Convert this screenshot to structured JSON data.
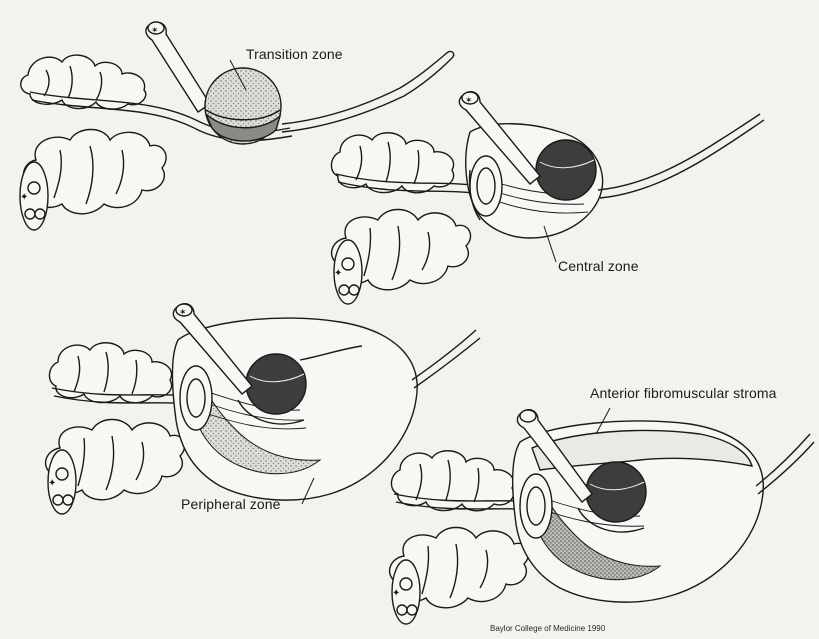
{
  "labels": {
    "transition": "Transition zone",
    "central": "Central zone",
    "peripheral": "Peripheral zone",
    "stroma": "Anterior fibromuscular stroma"
  },
  "credit": "Baylor College of Medicine 1990",
  "colors": {
    "background": "#f2f2ef",
    "outline": "#1a1a1a",
    "transition_fill": "#cfcfcf",
    "central_fill": "#4a4a4a",
    "peripheral_fill": "#d9d9d4",
    "stroma_fill": "#e6e6e3"
  }
}
